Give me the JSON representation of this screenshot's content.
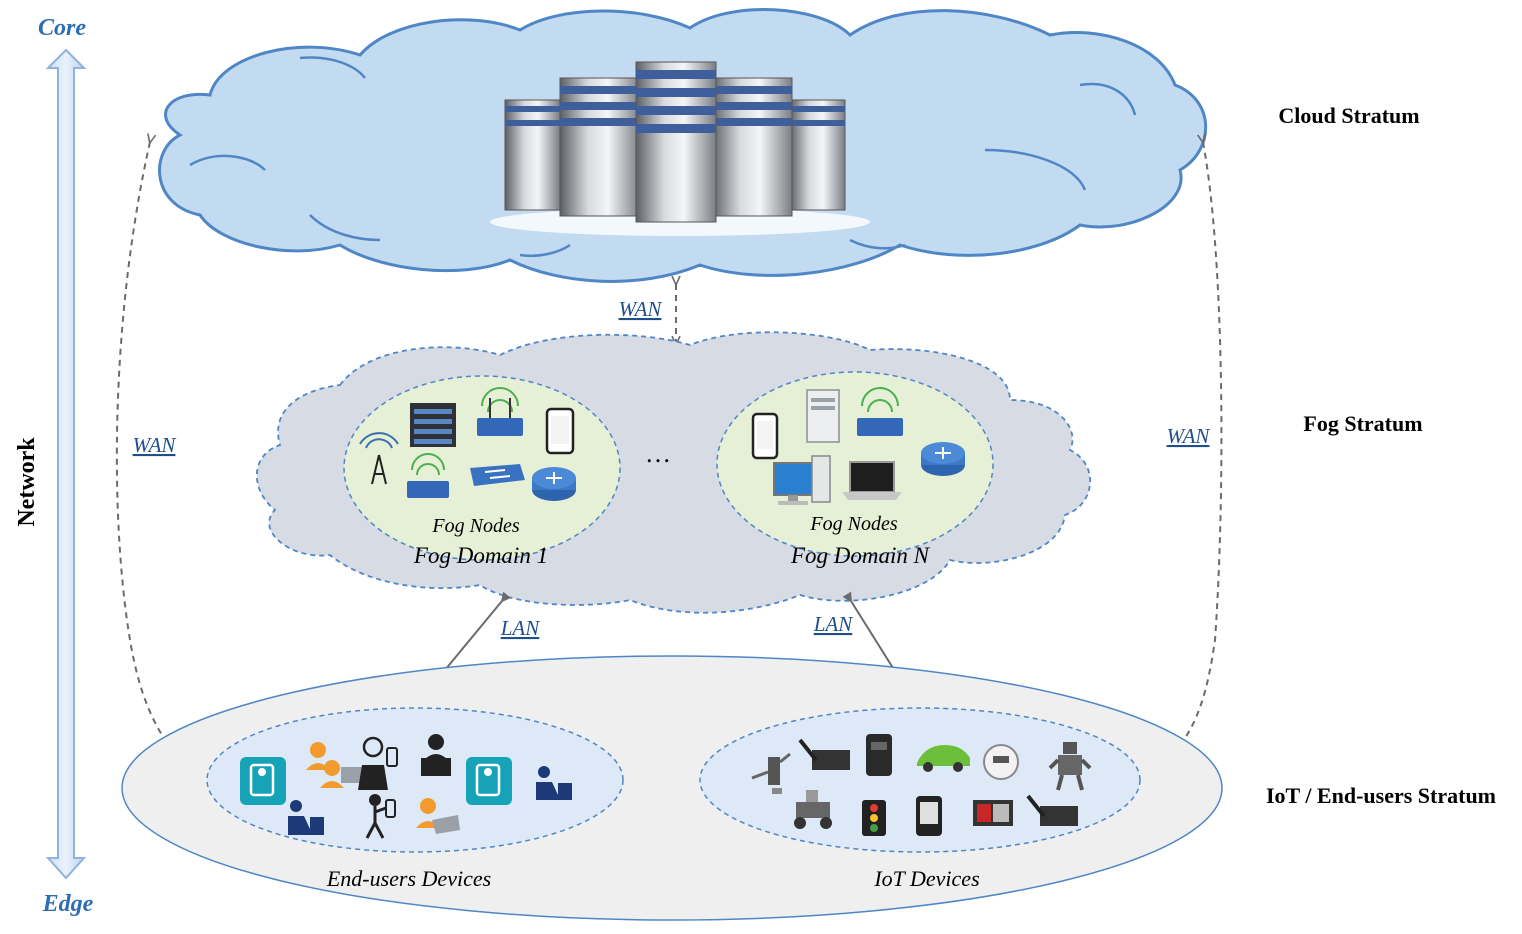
{
  "axis": {
    "top_label": "Core",
    "bottom_label": "Edge",
    "side_label": "Network"
  },
  "strata": {
    "cloud": "Cloud Stratum",
    "fog": "Fog Stratum",
    "iot": "IoT / End-users Stratum"
  },
  "links": {
    "wan_center": "WAN",
    "wan_left": "WAN",
    "wan_right": "WAN",
    "lan_left": "LAN",
    "lan_right": "LAN"
  },
  "fog": {
    "domain1_nodes": "Fog Nodes",
    "domain1_name": "Fog Domain 1",
    "ellipsis": "…",
    "domainN_nodes": "Fog Nodes",
    "domainN_name": "Fog Domain N"
  },
  "edge": {
    "end_users_label": "End-users Devices",
    "iot_label": "IoT Devices"
  },
  "colors": {
    "cloud_fill": "#c3dbf1",
    "cloud_stroke": "#4f86c6",
    "fog_fill": "#d6dbe4",
    "domain_fill": "#e6f0d6",
    "edge_fill": "#efefef",
    "inner_fill": "#dde9f6",
    "label_blue": "#1f4e8c",
    "text_dark": "#000000"
  }
}
